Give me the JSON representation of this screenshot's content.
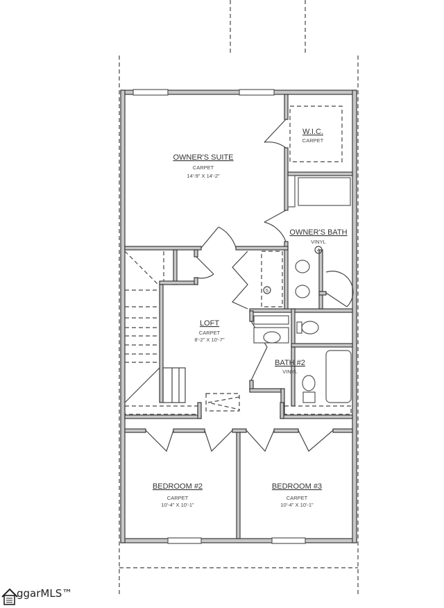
{
  "rooms": {
    "owners_suite": {
      "name": "OWNER'S SUITE",
      "floor": "CARPET",
      "size": "14'-9\" X 14'-2\""
    },
    "wic": {
      "name": "W.I.C.",
      "floor": "CARPET"
    },
    "owners_bath": {
      "name": "OWNER'S BATH",
      "floor": "VINYL",
      "marker": "4"
    },
    "loft": {
      "name": "LOFT",
      "floor": "CARPET",
      "size": "8'-2\" X 10'-7\""
    },
    "linen_marker": "5",
    "bath2": {
      "name": "BATH #2",
      "floor": "VINYL"
    },
    "bedroom2": {
      "name": "BEDROOM #2",
      "floor": "CARPET",
      "size": "10'-4\" X 10'-1\""
    },
    "bedroom3": {
      "name": "BEDROOM #3",
      "floor": "CARPET",
      "size": "10'-4\" X 10'-1\""
    }
  },
  "watermark": "ggarMLS™"
}
